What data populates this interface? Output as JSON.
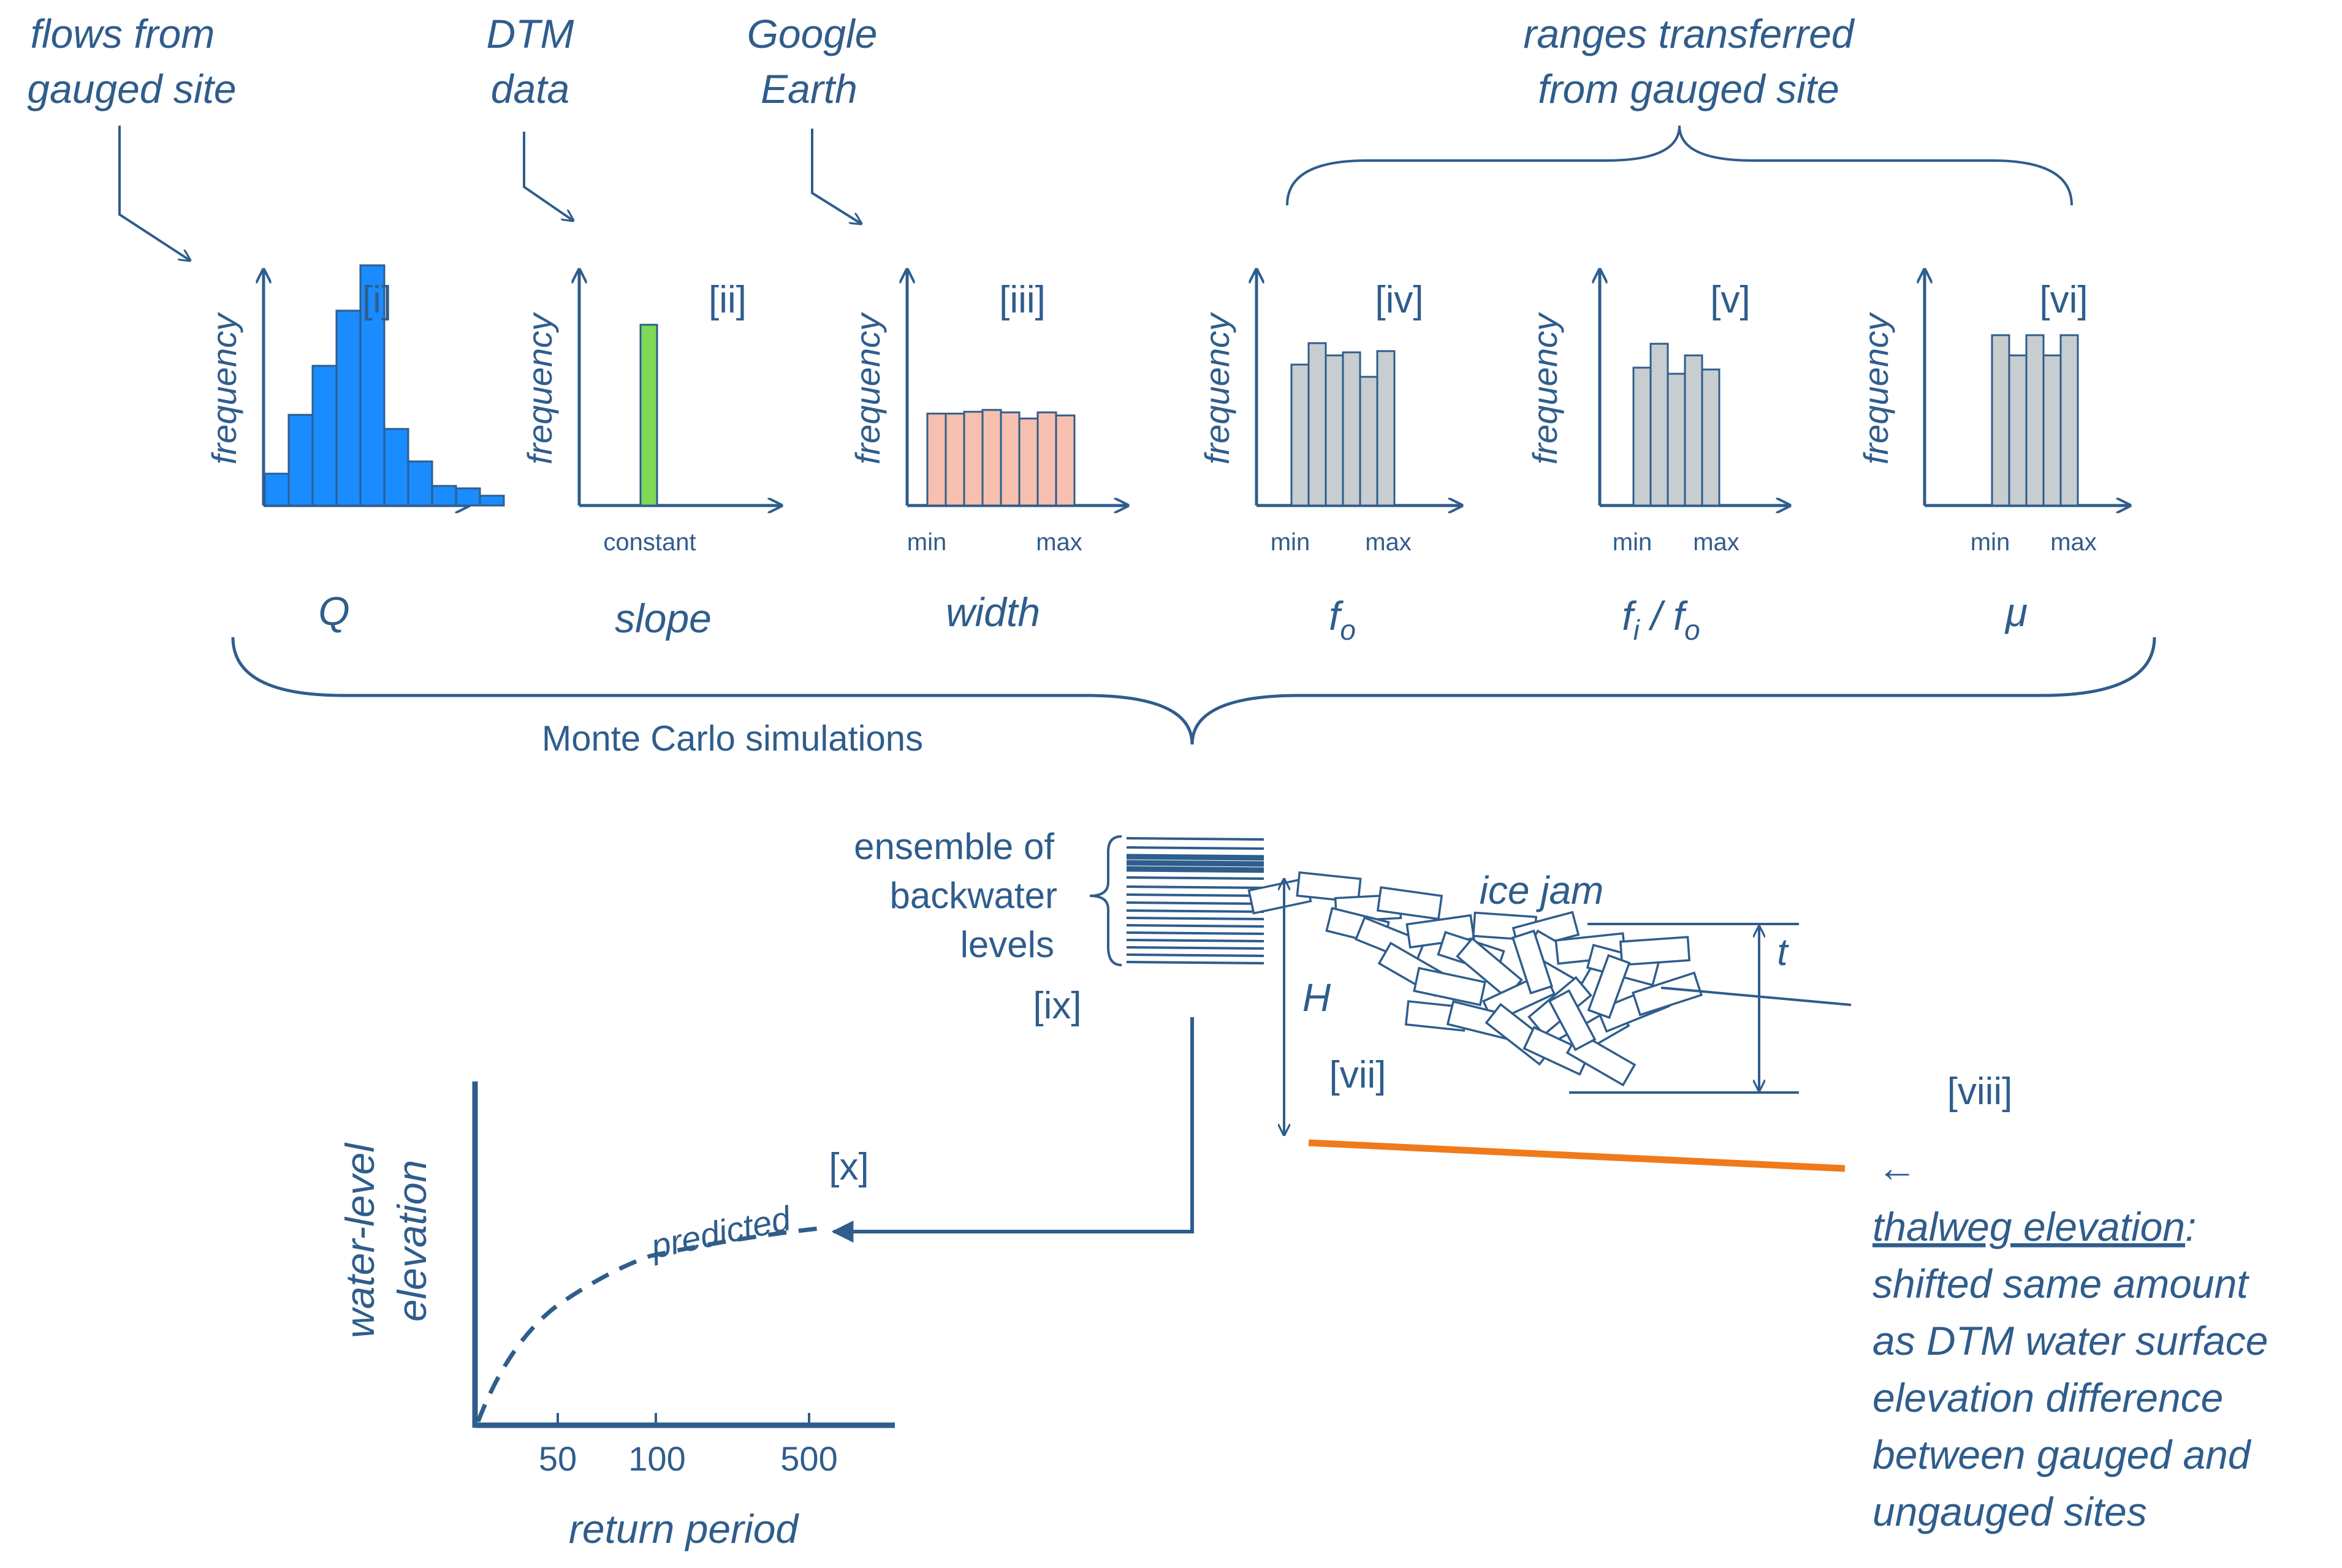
{
  "colors": {
    "text": "#2f5d8c",
    "q_bars": "#1a8cff",
    "slope_bar": "#7ed957",
    "width_bars": "#f7bfb0",
    "grey_bars": "#c8cdd0",
    "thalweg": "#f07a1a"
  },
  "sources": {
    "flows": [
      "flows from",
      "gauged site"
    ],
    "dtm": [
      "DTM",
      "data"
    ],
    "google": [
      "Google",
      "Earth"
    ],
    "ranges": [
      "ranges transferred",
      "from gauged site"
    ]
  },
  "panels": [
    {
      "tag": "[i]",
      "ylabel": "frequency",
      "ticks": [],
      "param": "Q",
      "param_sub": "",
      "param_extra": ""
    },
    {
      "tag": "[ii]",
      "ylabel": "frequency",
      "ticks": [
        "constant"
      ],
      "param": "slope",
      "param_sub": "",
      "param_extra": ""
    },
    {
      "tag": "[iii]",
      "ylabel": "frequency",
      "ticks": [
        "min",
        "max"
      ],
      "param": "width",
      "param_sub": "",
      "param_extra": ""
    },
    {
      "tag": "[iv]",
      "ylabel": "frequency",
      "ticks": [
        "min",
        "max"
      ],
      "param": "f",
      "param_sub": "o",
      "param_extra": ""
    },
    {
      "tag": "[v]",
      "ylabel": "frequency",
      "ticks": [
        "min",
        "max"
      ],
      "param": "f",
      "param_sub": "i",
      "param_extra": " / f",
      "param_extra_sub": "o"
    },
    {
      "tag": "[vi]",
      "ylabel": "frequency",
      "ticks": [
        "min",
        "max"
      ],
      "param": "μ",
      "param_sub": "",
      "param_extra": ""
    }
  ],
  "monte_carlo": "Monte Carlo simulations",
  "ensemble": [
    "ensemble of",
    "backwater",
    "levels"
  ],
  "tags": {
    "ix": "[ix]",
    "vii": "[vii]",
    "viii": "[viii]",
    "x": "[x]"
  },
  "ice_jam": "ice jam",
  "H": "H",
  "t": "t",
  "thalweg": {
    "arrow": "←",
    "title": "thalweg elevation",
    "colon": ":",
    "lines": [
      "shifted same amount",
      "as DTM water surface",
      "elevation difference",
      "between gauged and",
      "ungauged sites"
    ]
  },
  "return_plot": {
    "ylabel": [
      "water-level",
      "elevation"
    ],
    "xlabel": "return period",
    "ticks": [
      "50",
      "100",
      "500"
    ],
    "curve_label": "predicted"
  }
}
